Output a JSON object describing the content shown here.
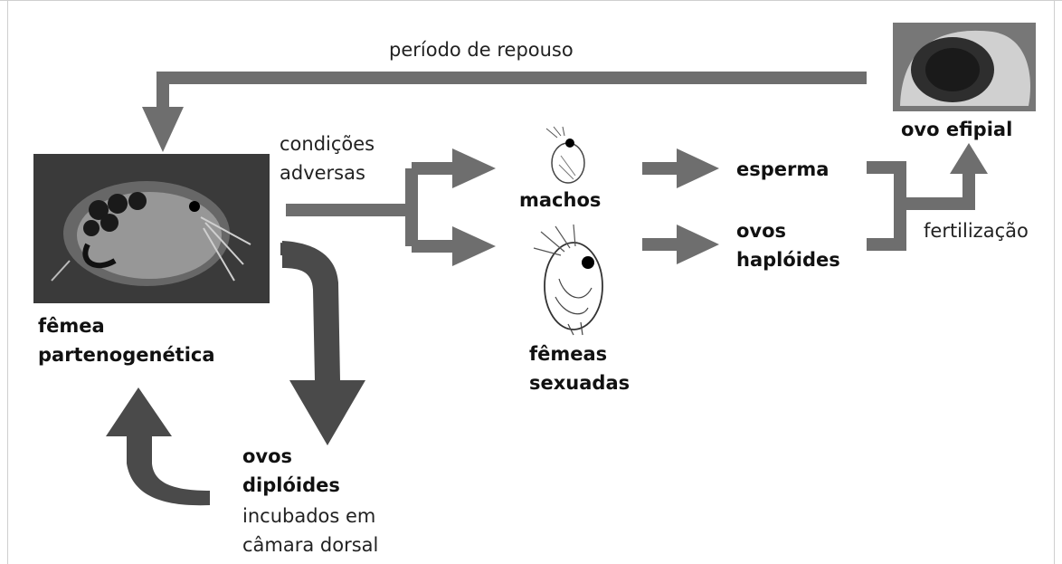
{
  "labels": {
    "resting": "período de repouso",
    "ephippial_egg": "ovo efipial",
    "adverse_1": "condições",
    "adverse_2": "adversas",
    "males": "machos",
    "sperm": "esperma",
    "haploid_1": "ovos",
    "haploid_2": "haplóides",
    "fertilization": "fertilização",
    "parth_female_1": "fêmea",
    "parth_female_2": "partenogenética",
    "sexual_females_1": "fêmeas",
    "sexual_females_2": "sexuadas",
    "diploid_1": "ovos",
    "diploid_2": "diplóides",
    "incubated_1": "incubados em",
    "incubated_2": "câmara dorsal"
  },
  "colors": {
    "arrow": "#6e6e6e",
    "arrow_dark": "#4a4a4a",
    "photo_bg": "#3a3a3a"
  }
}
